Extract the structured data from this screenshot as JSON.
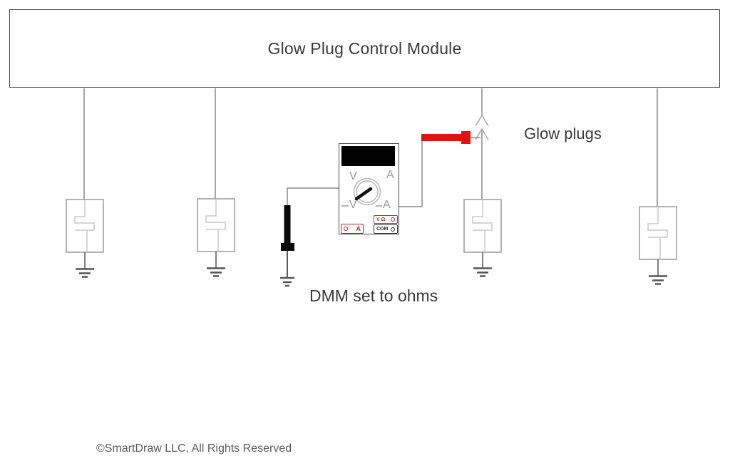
{
  "diagram": {
    "title": "Glow Plug Control Module",
    "labels": {
      "glow_plugs": "Glow plugs",
      "dmm_setting": "DMM set to ohms"
    },
    "copyright": "©SmartDraw LLC, All Rights Reserved",
    "dmm": {
      "dial_labels": {
        "top_left": "V",
        "top_right": "A",
        "bottom_left": "V",
        "bottom_right": "A"
      },
      "jacks": {
        "volt_ohm": "V Ω",
        "common": "COM",
        "ampere": "A"
      }
    },
    "colors": {
      "test_lead_red": "#e01212",
      "probe_black": "#0a0a0a",
      "wire_gray": "#8a8a8a",
      "jack_red": "#cc2222",
      "text_dark": "#3a3a3a",
      "copyright_gray": "#5c5c5c"
    }
  }
}
